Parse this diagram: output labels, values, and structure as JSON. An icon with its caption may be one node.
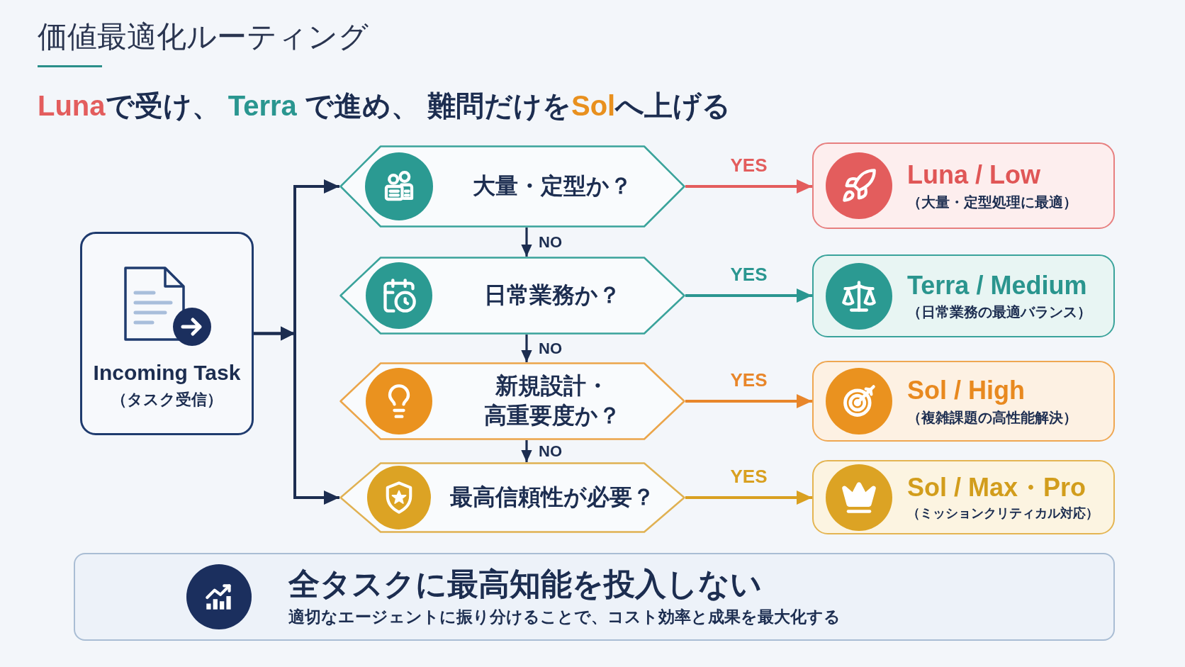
{
  "diagram": {
    "title": "価値最適化ルーティング",
    "nodes": [
      {
        "text": [
          "Incoming Task",
          "（タスク受信）"
        ]
      },
      {
        "text": [
          "大量・定型か？"
        ]
      },
      {
        "text": [
          "日常業務か？"
        ]
      },
      {
        "text": [
          "新規設計・高重要度か？"
        ]
      },
      {
        "text": [
          "最高信頼性が必要？"
        ]
      },
      {
        "text": [
          "Luna / Low",
          "（大量・定型処理に最適）"
        ]
      },
      {
        "text": [
          "Terra / Medium",
          "（日常業務の最適バランス）"
        ]
      },
      {
        "text": [
          "Sol / High",
          "（複雑課題の高性能解決）"
        ]
      },
      {
        "text": [
          "Sol / Max・Pro",
          "（ミッションクリティカル対応）"
        ]
      },
      {
        "text": [
          "全タスクに最高知能を投入しない",
          "適切なエージェントに振り分けることで、コスト効率と成果を最大化する"
        ]
      }
    ],
    "edges": [
      {
        "from": 0,
        "to": 1,
        "arrow": "to"
      },
      {
        "from": 0,
        "to": 4,
        "arrow": "to"
      },
      {
        "from": 1,
        "to": 2,
        "arrow": "to",
        "label": "NO"
      },
      {
        "from": 2,
        "to": 3,
        "arrow": "to",
        "label": "NO"
      },
      {
        "from": 3,
        "to": 4,
        "arrow": "to",
        "label": "NO"
      },
      {
        "from": 1,
        "to": 5,
        "arrow": "to",
        "label": "YES",
        "color": "#e35d5d"
      },
      {
        "from": 2,
        "to": 6,
        "arrow": "to",
        "label": "YES",
        "color": "#2a9690"
      },
      {
        "from": 3,
        "to": 7,
        "arrow": "to",
        "label": "YES",
        "color": "#e8862a"
      },
      {
        "from": 4,
        "to": 8,
        "arrow": "to",
        "label": "YES",
        "color": "#d9a020"
      }
    ],
    "labels": [
      "**Luna**で受け、 **Terra** で進め、 難問だけを**Sol**へ上げる"
    ]
  }
}
